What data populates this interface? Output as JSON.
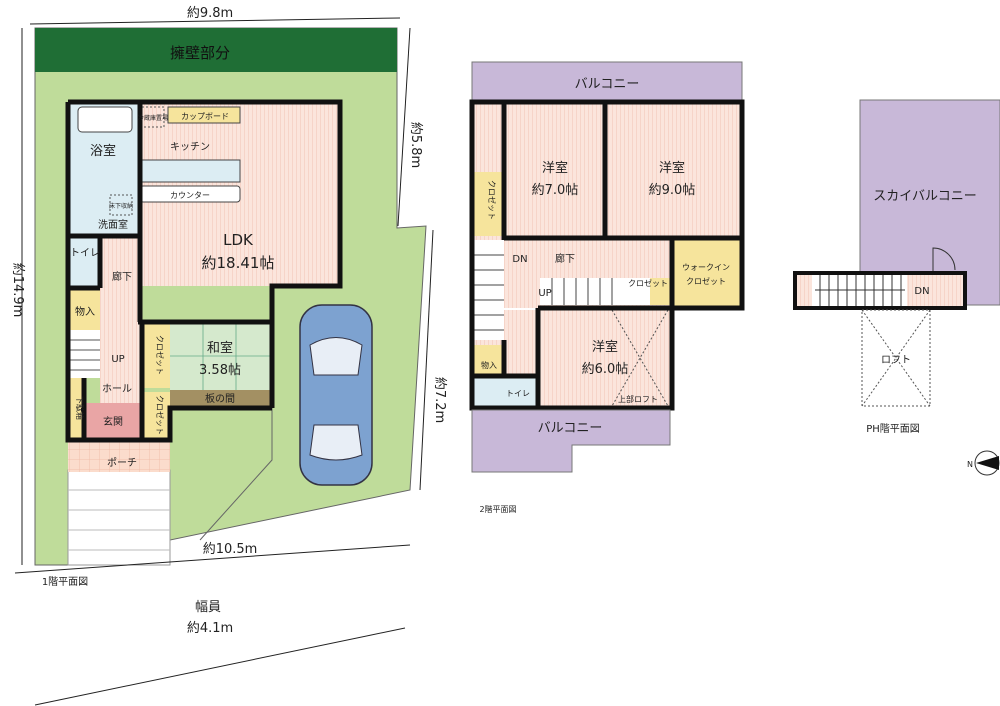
{
  "colors": {
    "lawn": "#bfdc9a",
    "retaining_wall": "#1f6e35",
    "floor": "#fbe5dc",
    "wet_area": "#dcedf3",
    "tatami": "#d5e9cd",
    "tokonoma": "#a39063",
    "closet": "#f6e49c",
    "entrance": "#e9a5a5",
    "balcony": "#c8b8d8",
    "car": "#7da2d0"
  },
  "site": {
    "retaining_wall": "擁壁部分",
    "dim_top": "約9.8m",
    "dim_left": "約14.9m",
    "dim_right_upper": "約5.8m",
    "dim_right_lower": "約7.2m",
    "dim_bottom": "約10.5m",
    "road_label": "幅員",
    "road_width": "約4.1m"
  },
  "floor1": {
    "title": "1階平面図",
    "cupboard": "カップボード",
    "fridge": "冷蔵庫置場",
    "kitchen": "キッチン",
    "counter": "カウンター",
    "bath": "浴室",
    "underfloor": "床下収納",
    "washroom": "洗面室",
    "toilet": "トイレ",
    "hall_corridor": "廊下",
    "ldk": "LDK",
    "ldk_size": "約18.41帖",
    "storage": "物入",
    "up": "UP",
    "closet": "クロゼット",
    "japanese_room": "和室",
    "japanese_size": "3.58帖",
    "tokonoma": "板の間",
    "hall": "ホール",
    "shoe_box": "下駄箱",
    "entrance": "玄関",
    "closet2": "クロゼット",
    "porch": "ポーチ"
  },
  "floor2": {
    "title": "2階平面図",
    "balcony_top": "バルコニー",
    "room1": "洋室",
    "room1_size": "約7.0帖",
    "room2": "洋室",
    "room2_size": "約9.0帖",
    "closet_left": "クロゼット",
    "dn": "DN",
    "corridor": "廊下",
    "up": "UP",
    "closet_mid": "クロゼット",
    "walk_in": "ウォークイン",
    "walk_in2": "クロゼット",
    "room3": "洋室",
    "room3_size": "約6.0帖",
    "loft_above": "上部ロフト",
    "storage": "物入",
    "toilet": "トイレ",
    "balcony_bottom": "バルコニー"
  },
  "floor_ph": {
    "title": "PH階平面図",
    "sky_balcony": "スカイバルコニー",
    "dn": "DN",
    "loft": "ロフト",
    "north": "N"
  }
}
